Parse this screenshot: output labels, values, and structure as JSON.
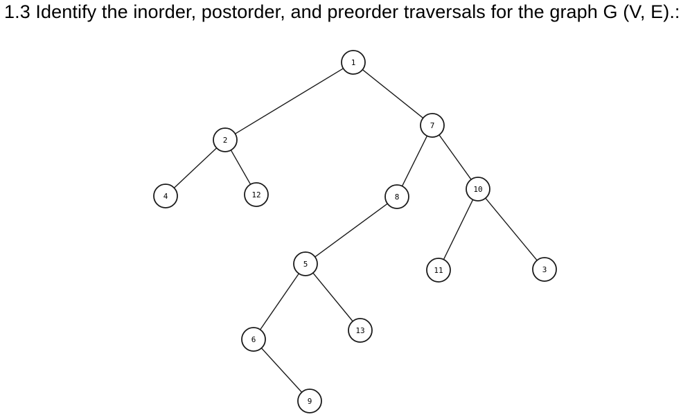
{
  "question": {
    "text": "1.3 Identify the inorder, postorder, and preorder traversals for the graph G (V, E).:"
  },
  "graph": {
    "nodes": [
      "1",
      "2",
      "7",
      "4",
      "12",
      "8",
      "10",
      "5",
      "11",
      "3",
      "6",
      "13",
      "9"
    ],
    "edges": [
      [
        "1",
        "2"
      ],
      [
        "1",
        "7"
      ],
      [
        "2",
        "4"
      ],
      [
        "2",
        "12"
      ],
      [
        "7",
        "8"
      ],
      [
        "7",
        "10"
      ],
      [
        "8",
        "5"
      ],
      [
        "10",
        "11"
      ],
      [
        "10",
        "3"
      ],
      [
        "5",
        "6"
      ],
      [
        "5",
        "13"
      ],
      [
        "6",
        "9"
      ]
    ]
  }
}
